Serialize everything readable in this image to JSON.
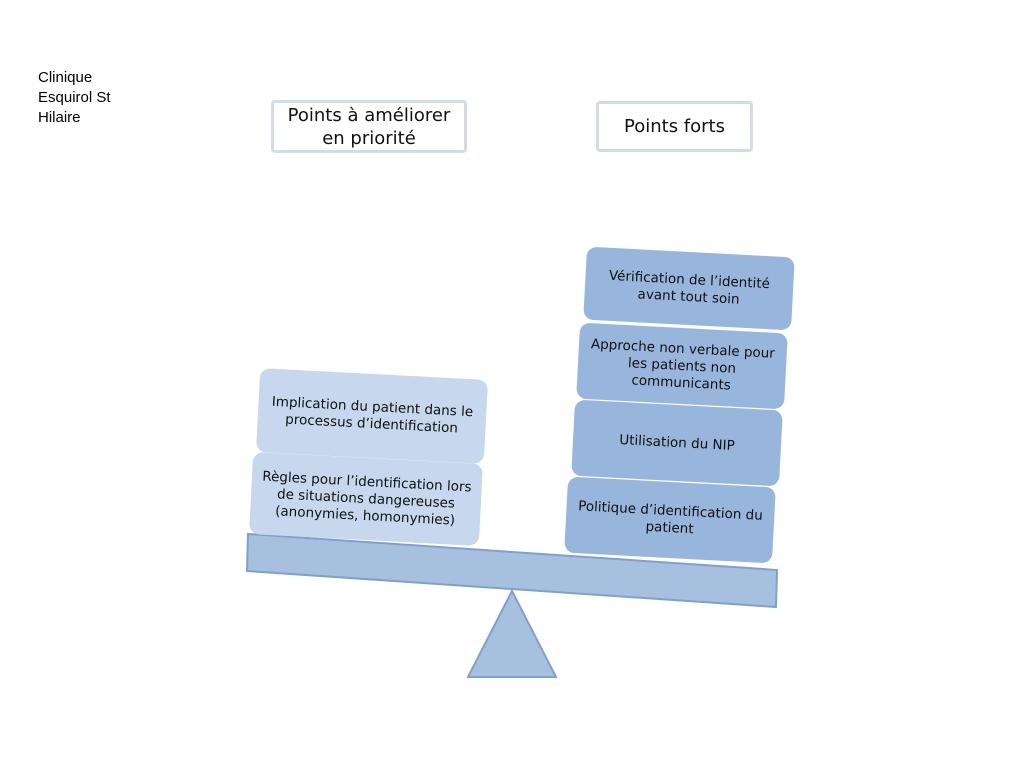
{
  "clinic_name": "Clinique Esquirol St Hilaire",
  "headers": {
    "left": "Points à améliorer en priorité",
    "right": "Points forts"
  },
  "left_items": [
    "Implication du patient dans le processus d’identification",
    "Règles  pour l’identification lors de situations dangereuses (anonymies, homonymies)"
  ],
  "right_items": [
    "Vérification de l’identité avant tout soin",
    "Approche non verbale pour les patients non communicants",
    "Utilisation du NIP",
    "Politique d’identification du patient"
  ],
  "colors": {
    "left_card": "#c6d7ee",
    "right_card": "#98b5dc",
    "beam_fill": "#a8c0e0",
    "beam_stroke": "#7fa0cc",
    "header_border": "#d3dbe8"
  }
}
